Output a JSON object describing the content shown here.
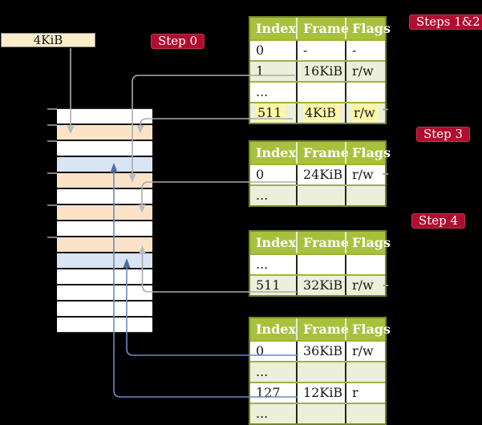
{
  "colors": {
    "background": "#000000",
    "table_header_green": "#a8c13d",
    "table_row_green": "#ecf0da",
    "table_border_olive": "#75852a",
    "memory_frame_orange": "#fce3c8",
    "memory_frame_blue": "#d9e5f4",
    "highlight_yellow": "#fdf8a6",
    "step_label_red": "#b00d2f",
    "frame_box_cream": "#fbeecb",
    "connector_gray": "#ababab",
    "connector_gray_arrow": "#b4bcc4",
    "connector_blue": "#6c8cc0",
    "connector_blue_arrow": "#4a6ea6"
  },
  "frame_box": {
    "label": "4KiB"
  },
  "labels": {
    "step0": "Step 0",
    "steps12": "Steps 1&2",
    "step3": "Step 3",
    "step4": "Step 4"
  },
  "memory": {
    "rows": [
      "white",
      "orange",
      "white",
      "blue",
      "orange",
      "white",
      "orange",
      "white",
      "orange",
      "blue",
      "white",
      "white",
      "white",
      "white"
    ]
  },
  "tables": [
    {
      "id": "root",
      "headers": [
        "Index",
        "Frame",
        "Flags"
      ],
      "rows": [
        {
          "cells": [
            "0",
            "-",
            "-"
          ],
          "bg": "white",
          "highlight": false
        },
        {
          "cells": [
            "1",
            "16KiB",
            "r/w"
          ],
          "bg": "green",
          "highlight": false
        },
        {
          "cells": [
            "...",
            "",
            ""
          ],
          "bg": "white",
          "highlight": false
        },
        {
          "cells": [
            "511",
            "4KiB",
            "r/w"
          ],
          "bg": "green",
          "highlight": true
        }
      ]
    },
    {
      "id": "level2",
      "headers": [
        "Index",
        "Frame",
        "Flags"
      ],
      "rows": [
        {
          "cells": [
            "0",
            "24KiB",
            "r/w"
          ],
          "bg": "white",
          "highlight": false
        },
        {
          "cells": [
            "...",
            "",
            ""
          ],
          "bg": "green",
          "highlight": false
        }
      ]
    },
    {
      "id": "level3",
      "headers": [
        "Index",
        "Frame",
        "Flags"
      ],
      "rows": [
        {
          "cells": [
            "...",
            "",
            ""
          ],
          "bg": "white",
          "highlight": false
        },
        {
          "cells": [
            "511",
            "32KiB",
            "r/w"
          ],
          "bg": "green",
          "highlight": false
        }
      ]
    },
    {
      "id": "level4",
      "headers": [
        "Index",
        "Frame",
        "Flags"
      ],
      "rows": [
        {
          "cells": [
            "0",
            "36KiB",
            "r/w"
          ],
          "bg": "white",
          "highlight": false
        },
        {
          "cells": [
            "...",
            "",
            ""
          ],
          "bg": "green",
          "highlight": false
        },
        {
          "cells": [
            "127",
            "12KiB",
            "r"
          ],
          "bg": "white",
          "highlight": false
        },
        {
          "cells": [
            "...",
            "",
            ""
          ],
          "bg": "green",
          "highlight": false
        }
      ]
    }
  ]
}
